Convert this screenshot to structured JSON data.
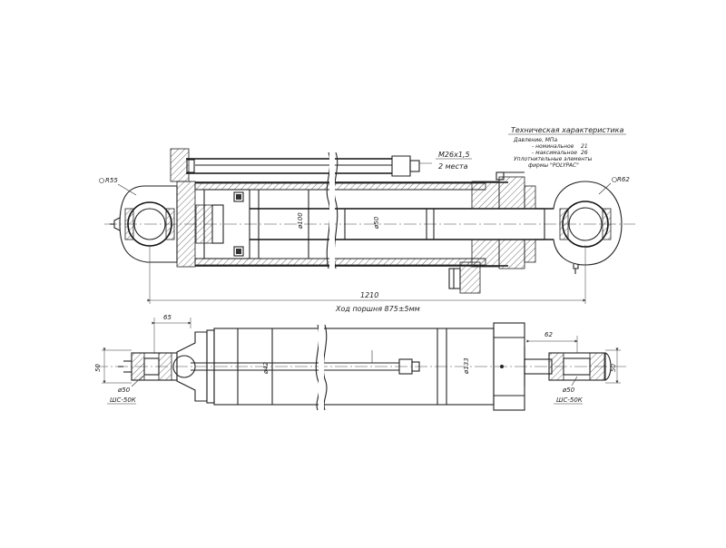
{
  "tech": {
    "title": "Техническая характеристика",
    "pressure_label": "Давление, МПа",
    "nominal_label": "- номинальное",
    "nominal_value": "21",
    "max_label": "- максимальное",
    "max_value": "26",
    "seals_label": "Уплотнительные элементы",
    "seals_value": "фирмы \"POLYPAC\""
  },
  "top_view": {
    "r55": "R55",
    "r62": "R62",
    "thread": "M26x1,5",
    "places": "2 места",
    "d100": "ø100",
    "d50": "ø50",
    "length": "1210",
    "stroke": "Ход поршня 875±5мм"
  },
  "bottom_view": {
    "dim65": "65",
    "dim62": "62",
    "dim50_left": "50",
    "dim50_right": "50",
    "d42": "ø42",
    "d133": "ø133",
    "d50_left": "ø50",
    "d50_right": "ø50",
    "bearing_left": "ШС-50К",
    "bearing_right": "ШС-50К"
  }
}
